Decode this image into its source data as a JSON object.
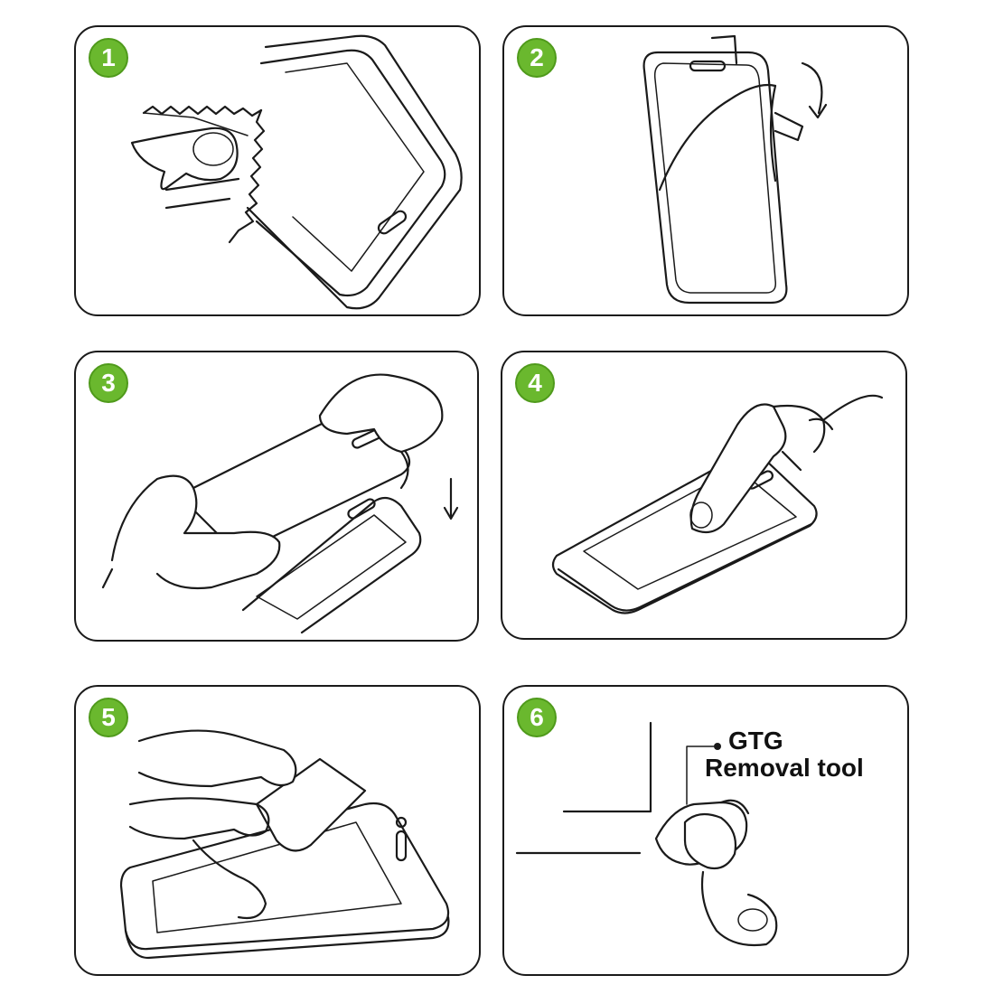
{
  "steps": [
    {
      "number": "1"
    },
    {
      "number": "2"
    },
    {
      "number": "3"
    },
    {
      "number": "4"
    },
    {
      "number": "5"
    },
    {
      "number": "6",
      "label_line1": "GTG",
      "label_line2": "Removal tool"
    }
  ],
  "colors": {
    "badge": "#6ab82e",
    "line": "#1a1a1a",
    "background": "#ffffff"
  }
}
